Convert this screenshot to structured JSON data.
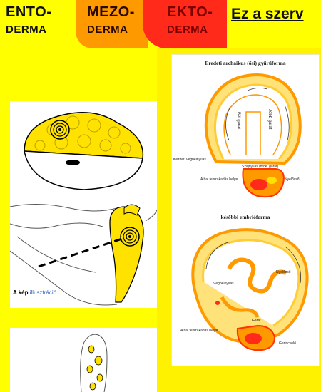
{
  "header": {
    "tabs": [
      {
        "top": "ENTO-",
        "bottom": "DERMA"
      },
      {
        "top": "MEZO-",
        "bottom": "DERMA"
      },
      {
        "top": "EKTO-",
        "bottom": "DERMA"
      }
    ],
    "title": "Ez a szerv"
  },
  "left_panel": {
    "caption_a": "A kép",
    "caption_b": "illusztráció."
  },
  "right_panel": {
    "heading_top": "Eredeti archaikus (ősi) gyűrűforma",
    "labels_top": {
      "bel_garat": "Bél garat",
      "jobb_garat": "Jobb garat",
      "kezdeti": "Kezdeti végbélnyílás",
      "szajnyilas": "Szájnyílás (mok. garat)",
      "nyelocso": "Nyelőcső",
      "bal_felszakadas": "A bal felszakadás helye"
    },
    "heading_bottom": "későbbi embrióforma",
    "labels_bottom": {
      "vegbelnyilas": "Végbélnyílás",
      "nyelocso": "Nyelőcső",
      "bal_felszakadas": "A bal felszakadás helye",
      "garat": "Garat",
      "gerincvelo": "Gerincvelő"
    }
  },
  "colors": {
    "background": "#ffff00",
    "mezo": "#ff9900",
    "ekto": "#ff2a1a"
  }
}
